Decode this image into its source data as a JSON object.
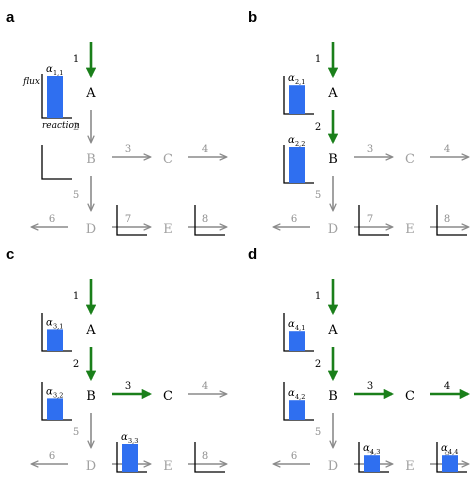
{
  "colors": {
    "active_arrow": "#1a7f1a",
    "inactive_arrow": "#8a8a8a",
    "bar": "#2f6ff0",
    "inactive_text": "#a0a0a0"
  },
  "axis_labels": {
    "y": "flux",
    "x": "reaction"
  },
  "panels": [
    {
      "id": "a",
      "label": "a",
      "nodes": {
        "A": "active",
        "B": "inactive",
        "C": "inactive",
        "D": "inactive",
        "E": "inactive"
      },
      "reactions": {
        "1": "active",
        "2": "inactive",
        "3": "inactive",
        "4": "inactive",
        "5": "inactive",
        "6": "inactive",
        "7": "inactive",
        "8": "inactive"
      },
      "boxes": [
        {
          "slot": "r1",
          "alpha": "α",
          "sub": "1,1",
          "level": 1.0
        },
        {
          "slot": "r2",
          "empty": true
        },
        {
          "slot": "r3",
          "empty": true
        },
        {
          "slot": "r4",
          "empty": true
        }
      ]
    },
    {
      "id": "b",
      "label": "b",
      "nodes": {
        "A": "active",
        "B": "active",
        "C": "inactive",
        "D": "inactive",
        "E": "inactive"
      },
      "reactions": {
        "1": "active",
        "2": "active",
        "3": "inactive",
        "4": "inactive",
        "5": "inactive",
        "6": "inactive",
        "7": "inactive",
        "8": "inactive"
      },
      "boxes": [
        {
          "slot": "r1",
          "alpha": "α",
          "sub": "2,1",
          "level": 0.8
        },
        {
          "slot": "r2",
          "alpha": "α",
          "sub": "2,2",
          "level": 1.0
        },
        {
          "slot": "r3",
          "empty": true
        },
        {
          "slot": "r4",
          "empty": true
        }
      ]
    },
    {
      "id": "c",
      "label": "c",
      "nodes": {
        "A": "active",
        "B": "active",
        "C": "active",
        "D": "inactive",
        "E": "inactive"
      },
      "reactions": {
        "1": "active",
        "2": "active",
        "3": "active",
        "4": "inactive",
        "5": "inactive",
        "6": "inactive",
        "7": "inactive",
        "8": "inactive"
      },
      "boxes": [
        {
          "slot": "r1",
          "alpha": "α",
          "sub": "3,1",
          "level": 0.6
        },
        {
          "slot": "r2",
          "alpha": "α",
          "sub": "3,2",
          "level": 0.6
        },
        {
          "slot": "r3",
          "alpha": "α",
          "sub": "3,3",
          "level": 1.0
        },
        {
          "slot": "r4",
          "empty": true
        }
      ]
    },
    {
      "id": "d",
      "label": "d",
      "nodes": {
        "A": "active",
        "B": "active",
        "C": "active",
        "D": "inactive",
        "E": "inactive"
      },
      "reactions": {
        "1": "active",
        "2": "active",
        "3": "active",
        "4": "active",
        "5": "inactive",
        "6": "inactive",
        "7": "inactive",
        "8": "inactive"
      },
      "boxes": [
        {
          "slot": "r1",
          "alpha": "α",
          "sub": "4,1",
          "level": 0.55
        },
        {
          "slot": "r2",
          "alpha": "α",
          "sub": "4,2",
          "level": 0.55
        },
        {
          "slot": "r3",
          "alpha": "α",
          "sub": "4,3",
          "level": 0.6
        },
        {
          "slot": "r4",
          "alpha": "α",
          "sub": "4,4",
          "level": 0.6
        }
      ]
    }
  ]
}
